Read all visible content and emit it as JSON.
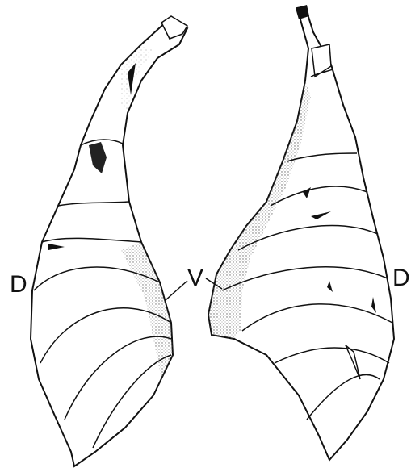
{
  "labels": {
    "left_d": "D",
    "v": "V",
    "right_d": "D"
  }
}
